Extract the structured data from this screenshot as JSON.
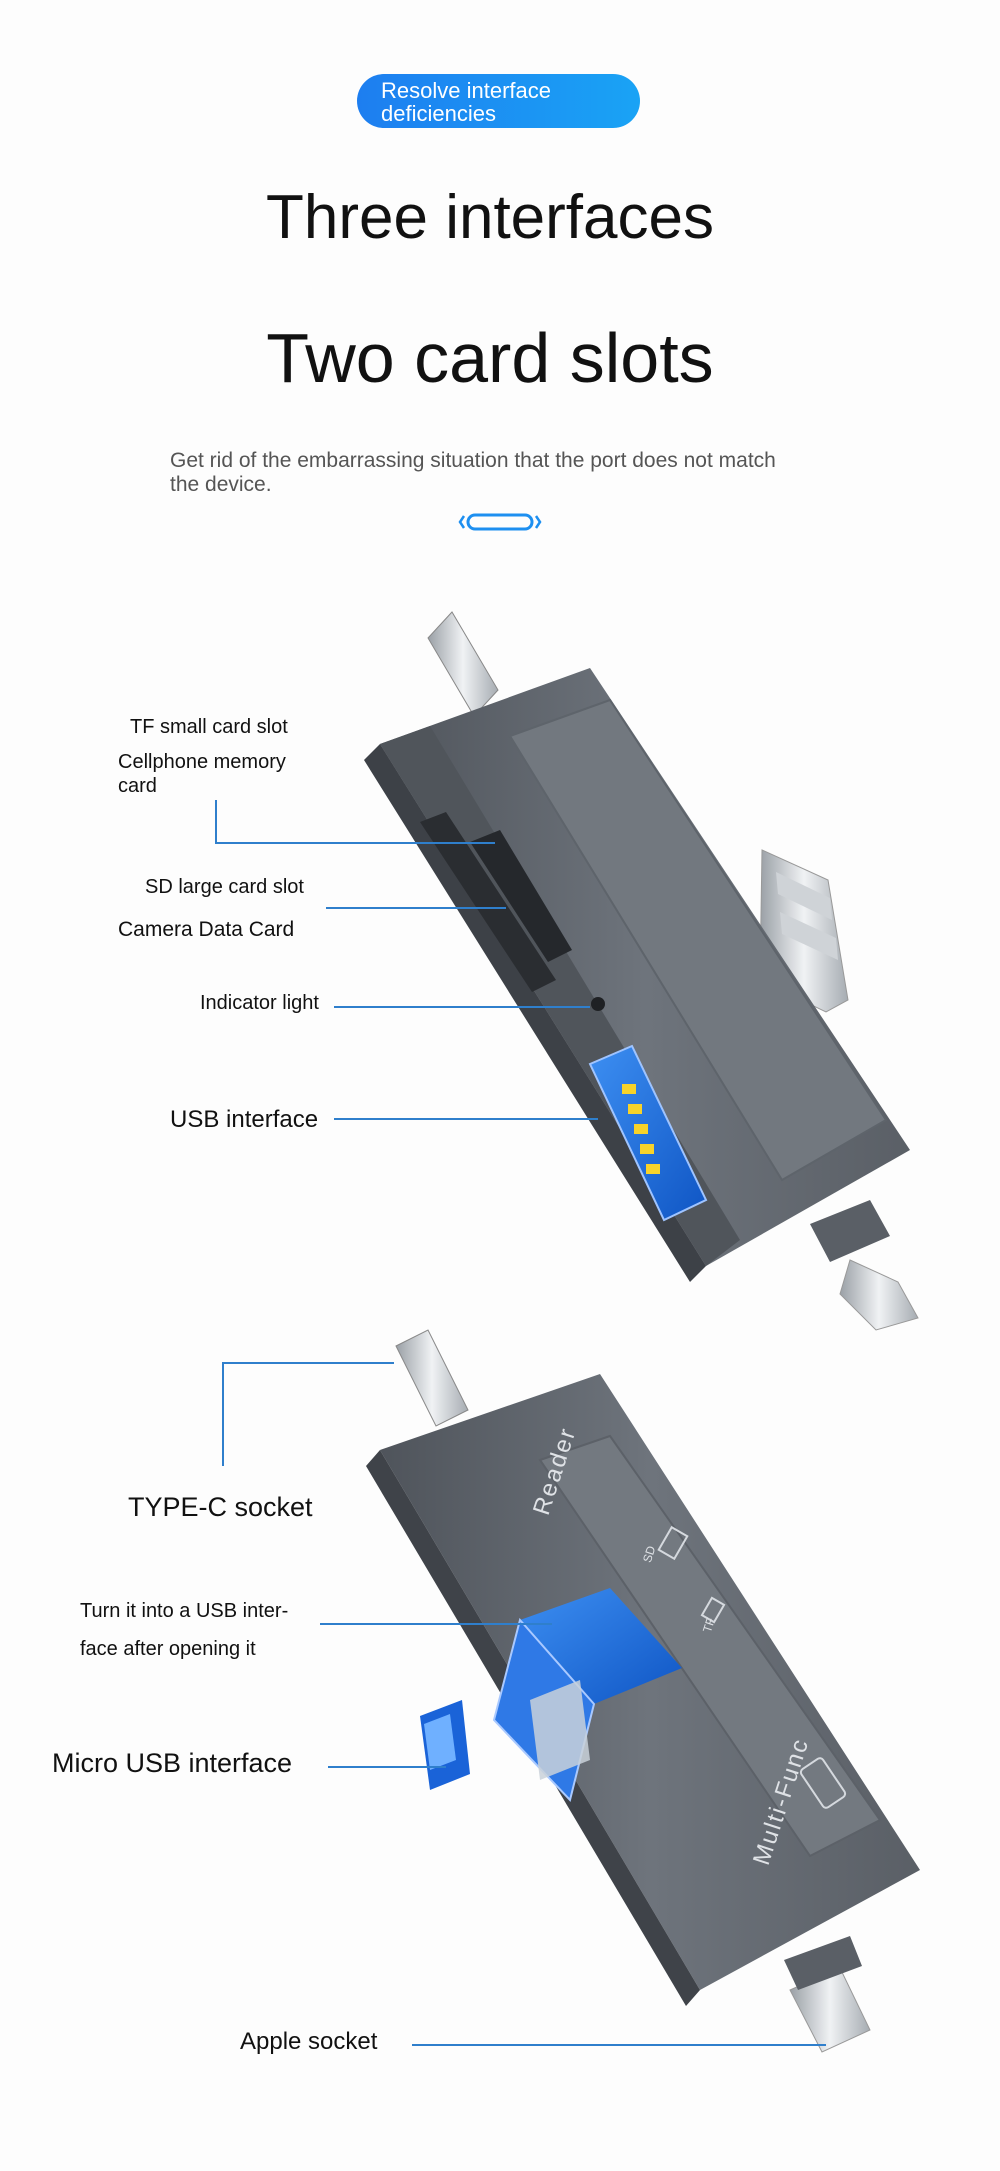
{
  "badge": "Resolve interface deficiencies",
  "badge_lines": [
    "Resolve interface",
    "deficiencies"
  ],
  "title_line1": "Three interfaces",
  "title_line2": "Two card slots",
  "subtitle_lines": [
    "Get rid of the embarrassing situation that the port does not match",
    "the device."
  ],
  "connector_icon": "type-c-connector-icon",
  "accent_color": "#1d8ff0",
  "device_color": "#6a7078",
  "top_labels": {
    "tf_slot": "TF small card slot",
    "tf_desc_lines": [
      "Cellphone memory",
      "card"
    ],
    "sd_slot": "SD large card slot",
    "sd_desc": "Camera Data Card",
    "indicator": "Indicator light",
    "usb": "USB interface"
  },
  "bottom_labels": {
    "typec": "TYPE-C socket",
    "turn_lines": [
      "Turn it into a USB inter-",
      "face after opening it"
    ],
    "micro": "Micro USB interface",
    "apple": "Apple socket"
  },
  "device_print": {
    "reader": "Reader",
    "multifunc": "Multi-Func",
    "sd": "SD",
    "tf": "TF"
  }
}
